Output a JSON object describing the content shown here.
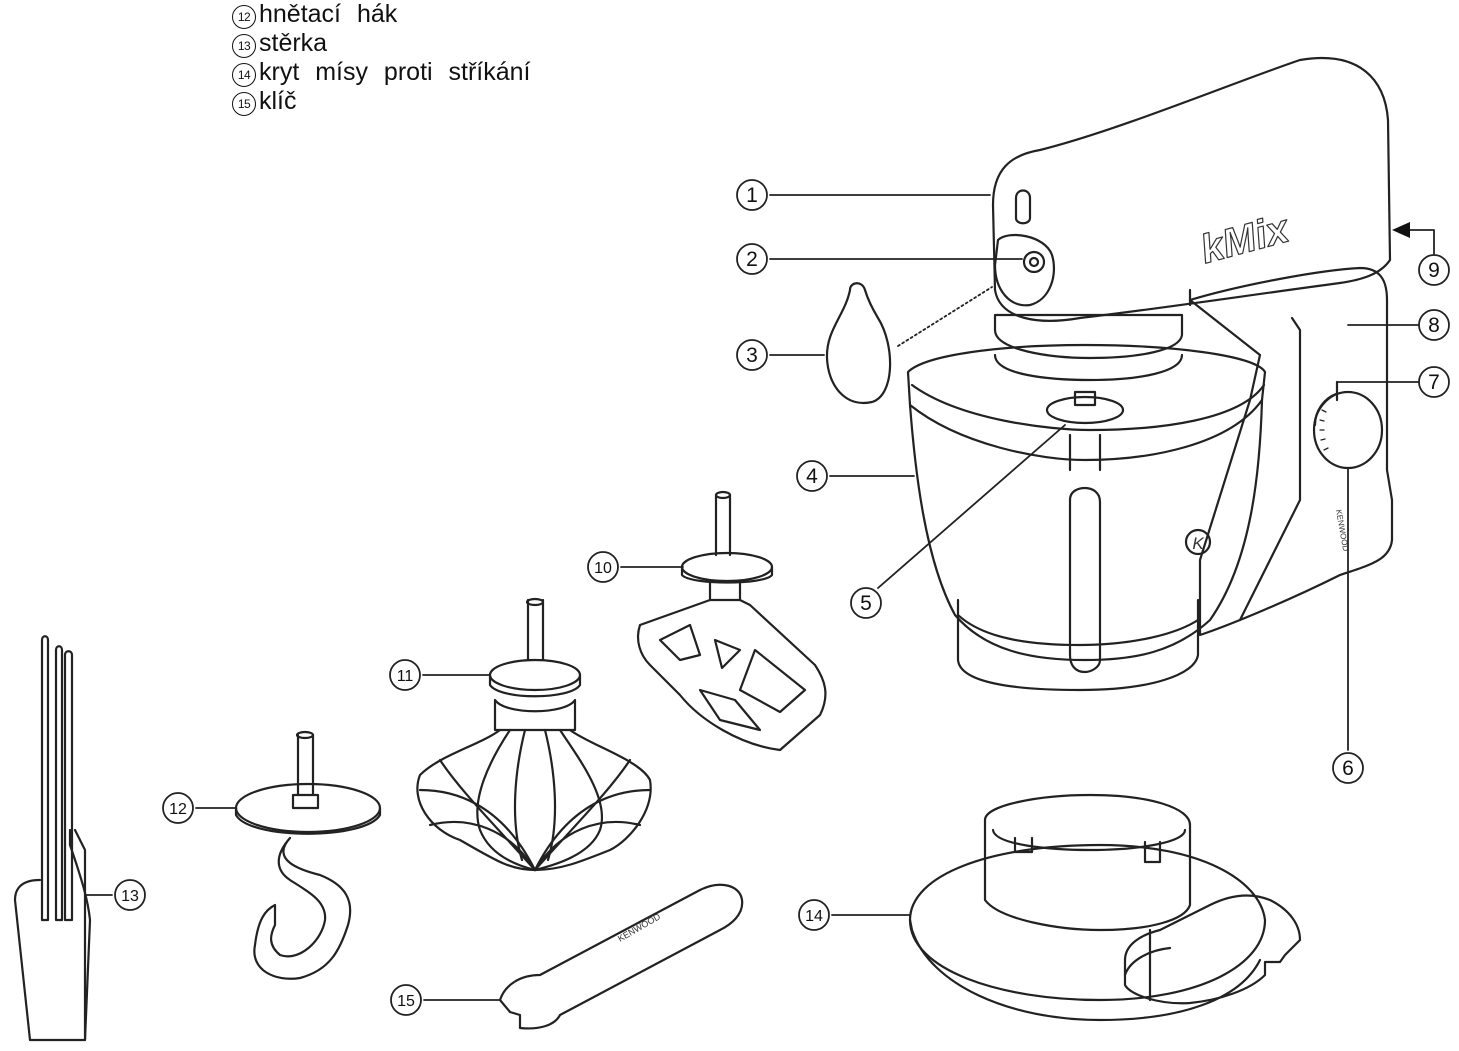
{
  "legend": [
    {
      "num": "12",
      "label": "hnětací hák"
    },
    {
      "num": "13",
      "label": "stěrka"
    },
    {
      "num": "14",
      "label": "kryt mísy proti stříkání"
    },
    {
      "num": "15",
      "label": "klíč"
    }
  ],
  "product": {
    "model_logo": "kMix",
    "brand": "KENWOOD",
    "bowl_badge": "K"
  },
  "callouts": [
    "1",
    "2",
    "3",
    "4",
    "5",
    "6",
    "7",
    "8",
    "9",
    "10",
    "11",
    "12",
    "13",
    "14",
    "15"
  ]
}
